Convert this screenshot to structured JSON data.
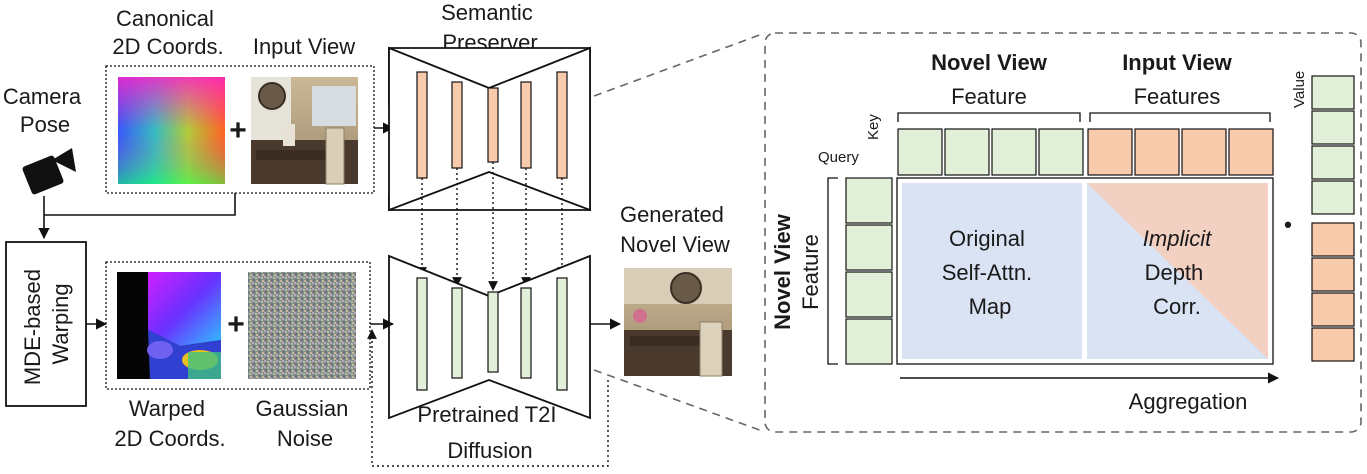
{
  "labels": {
    "canonical_coords": [
      "Canonical",
      "2D Coords."
    ],
    "input_view": "Input View",
    "camera_pose": [
      "Camera",
      "Pose"
    ],
    "semantic_preserver": [
      "Semantic",
      "Preserver"
    ],
    "mde_warping": [
      "MDE-based",
      "Warping"
    ],
    "warped_coords": [
      "Warped",
      "2D Coords."
    ],
    "gaussian_noise": [
      "Gaussian",
      "Noise"
    ],
    "pretrained_t2i": [
      "Pretrained T2I",
      "Diffusion"
    ],
    "generated_novel_view": [
      "Generated",
      "Novel View"
    ],
    "plus": "+"
  },
  "attention": {
    "novel_view_header": "Novel View",
    "novel_view_feature": "Feature",
    "input_view_header": "Input View",
    "input_view_features": "Features",
    "key": "Key",
    "query": "Query",
    "value": "Value",
    "row_header": "Novel View",
    "row_feature": "Feature",
    "original_map": [
      "Original",
      "Self-Attn.",
      "Map"
    ],
    "implicit": "Implicit",
    "depth_corr": [
      "Depth",
      "Corr."
    ],
    "aggregation": "Aggregation",
    "dot": "•"
  },
  "colors": {
    "green_feature": "#e2f0d9",
    "orange_feature": "#f8cbad",
    "attn_blue": "#dae3f3",
    "attn_pink": "#f2d0c2"
  }
}
